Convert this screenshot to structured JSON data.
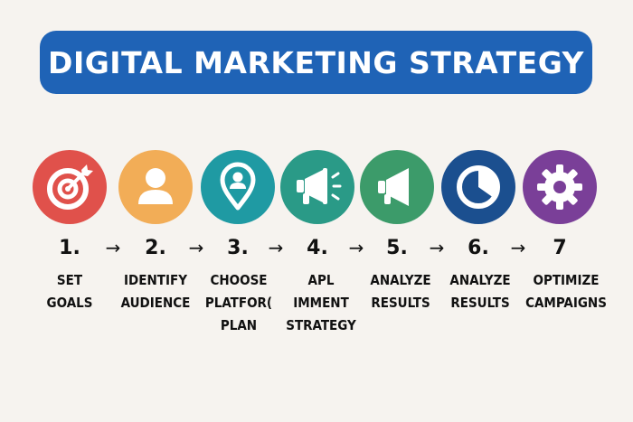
{
  "title": "DIGITAL MARKETING STRATEGY",
  "arrow_glyph": "→",
  "steps": [
    {
      "number": "1.",
      "label_lines": [
        "SET",
        "GOALS"
      ],
      "color": "#e0514b",
      "icon": "target-icon"
    },
    {
      "number": "2.",
      "label_lines": [
        "IDENTIFY",
        "AUDIENCE"
      ],
      "color": "#f2ad57",
      "icon": "person-icon"
    },
    {
      "number": "3.",
      "label_lines": [
        "CHOOSE",
        "PLATFOR(",
        "PLAN"
      ],
      "color": "#1f9aa3",
      "icon": "location-pin-icon"
    },
    {
      "number": "4.",
      "label_lines": [
        "APL",
        "IMMENT",
        "STRATEGY"
      ],
      "color": "#2a9a87",
      "icon": "megaphone-icon"
    },
    {
      "number": "5.",
      "label_lines": [
        "ANALYZE",
        "RESULTS"
      ],
      "color": "#3c9b6a",
      "icon": "megaphone-icon"
    },
    {
      "number": "6.",
      "label_lines": [
        "ANALYZE",
        "RESULTS"
      ],
      "color": "#1b4f8f",
      "icon": "pie-chart-icon"
    },
    {
      "number": "7",
      "label_lines": [
        "OPTIMIZE",
        "CAMPAIGNS"
      ],
      "color": "#7a3f98",
      "icon": "gear-icon"
    }
  ]
}
